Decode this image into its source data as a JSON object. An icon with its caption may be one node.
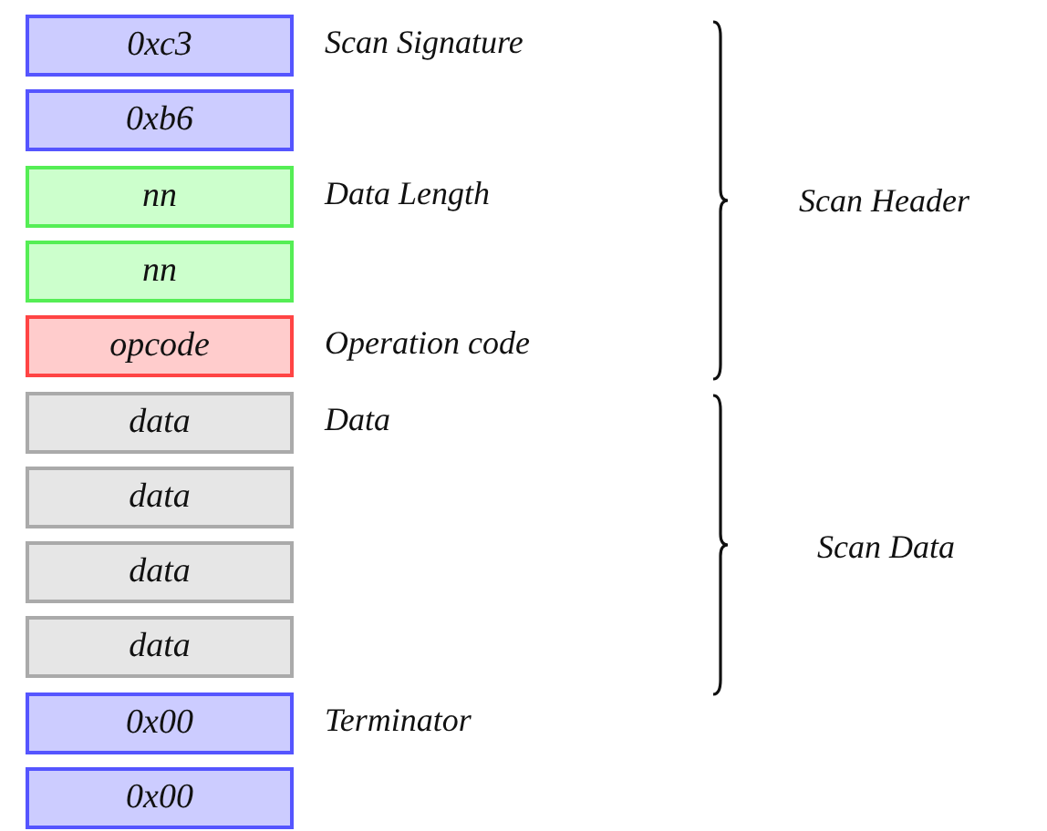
{
  "diagram": {
    "nodes": [
      {
        "text": [
          "0xc3"
        ],
        "beside": [
          "Scan Signature"
        ]
      },
      {
        "text": [
          "0xb6"
        ]
      },
      {
        "text": [
          "nn"
        ],
        "beside": [
          "Data Length"
        ]
      },
      {
        "text": [
          "nn"
        ]
      },
      {
        "text": [
          "opcode"
        ],
        "beside": [
          "Operation code"
        ]
      },
      {
        "text": [
          "data"
        ],
        "beside": [
          "Data"
        ]
      },
      {
        "text": [
          "data"
        ]
      },
      {
        "text": [
          "data"
        ]
      },
      {
        "text": [
          "data"
        ]
      },
      {
        "text": [
          "0x00"
        ],
        "beside": [
          "Terminator"
        ]
      },
      {
        "text": [
          "0x00"
        ]
      }
    ],
    "labels": [
      "Scan Header",
      "Scan Data"
    ]
  }
}
